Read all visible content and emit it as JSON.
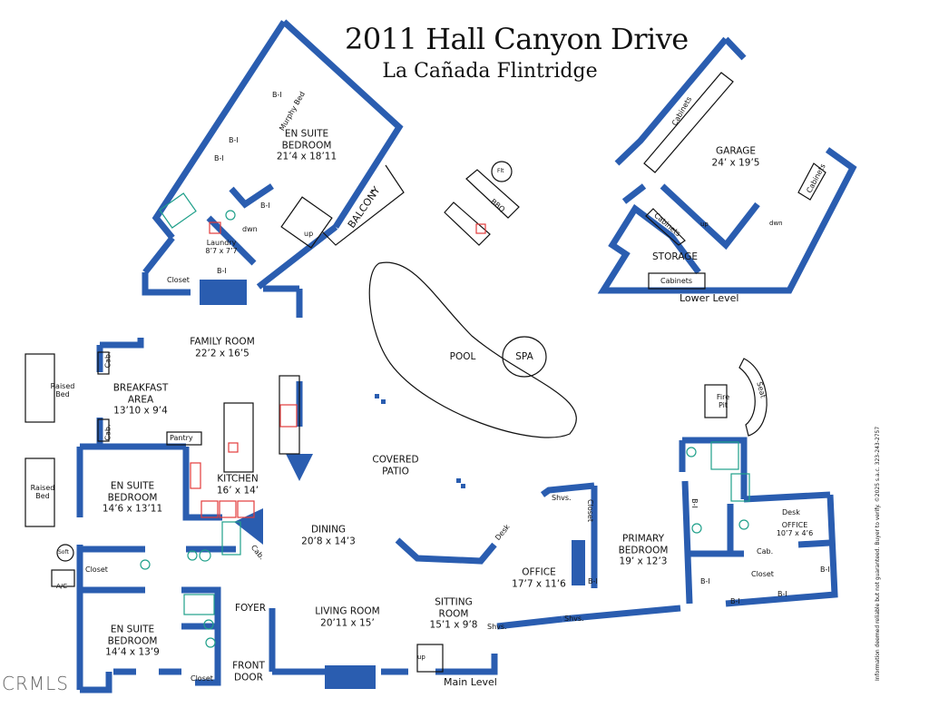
{
  "header": {
    "title": "2011 Hall Canyon Drive",
    "subtitle": "La Cañada Flintridge"
  },
  "colors": {
    "wall": "#2a5db0",
    "fixture_kitchen": "#e23b3b",
    "fixture_bath": "#1fa08a",
    "text": "#111111"
  },
  "levels": {
    "lower": "Lower Level",
    "main": "Main Level"
  },
  "rooms": {
    "upper_suite": {
      "name": "EN SUITE\nBEDROOM",
      "line1": "EN SUITE",
      "line2": "BEDROOM",
      "dims": "21’4 x 18’11"
    },
    "laundry": {
      "name": "Laundry",
      "dims": "8’7 x 7’7"
    },
    "garage": {
      "name": "GARAGE",
      "dims": "24’ x 19’5"
    },
    "storage": {
      "name": "STORAGE"
    },
    "family_room": {
      "name": "FAMILY ROOM",
      "dims": "22’2 x 16’5"
    },
    "breakfast": {
      "line1": "BREAKFAST",
      "line2": "AREA",
      "dims": "13’10 x 9’4"
    },
    "kitchen": {
      "name": "KITCHEN",
      "dims": "16’ x 14’"
    },
    "suite_left_upper": {
      "line1": "EN SUITE",
      "line2": "BEDROOM",
      "dims": "14’6 x 13’11"
    },
    "suite_left_lower": {
      "line1": "EN SUITE",
      "line2": "BEDROOM",
      "dims": "14’4 x 13’9"
    },
    "dining": {
      "name": "DINING",
      "dims": "20’8 x 14’3"
    },
    "living": {
      "name": "LIVING ROOM",
      "dims": "20’11 x 15’"
    },
    "foyer": {
      "name": "FOYER"
    },
    "front_door": {
      "line1": "FRONT",
      "line2": "DOOR"
    },
    "covered_patio": {
      "line1": "COVERED",
      "line2": "PATIO"
    },
    "sitting": {
      "line1": "SITTING",
      "line2": "ROOM",
      "dims": "15’1 x 9’8"
    },
    "office": {
      "name": "OFFICE",
      "dims": "17’7 x 11’6"
    },
    "primary": {
      "line1": "PRIMARY",
      "line2": "BEDROOM",
      "dims": "19’ x 12’3"
    },
    "office_small": {
      "name": "OFFICE",
      "dims": "10’7 x 4’6"
    },
    "pool": {
      "name": "POOL"
    },
    "spa": {
      "name": "SPA"
    }
  },
  "small_labels": {
    "bi": "B-I",
    "murphy_bed": "Murphy Bed",
    "balcony": "BALCONY",
    "closet": "Closet",
    "cabinets": "Cabinets",
    "cab": "Cab.",
    "pantry": "Pantry",
    "raised_bed": [
      "Raised",
      "Bed"
    ],
    "soft": "Soft",
    "ac": "A/C",
    "up": "up",
    "dwn": "dwn",
    "shvs": "Shvs.",
    "desk": "Desk",
    "fire_pit": [
      "Fire",
      "Pit"
    ],
    "seat": "Seat",
    "bbq": "BBQ",
    "flt": "Flt"
  },
  "footer": {
    "watermark": "CRMLS",
    "disclaimer": "Information deemed reliable but not guaranteed. Buyer to verify. ©2025 s.a.c. 323-243-2757"
  }
}
